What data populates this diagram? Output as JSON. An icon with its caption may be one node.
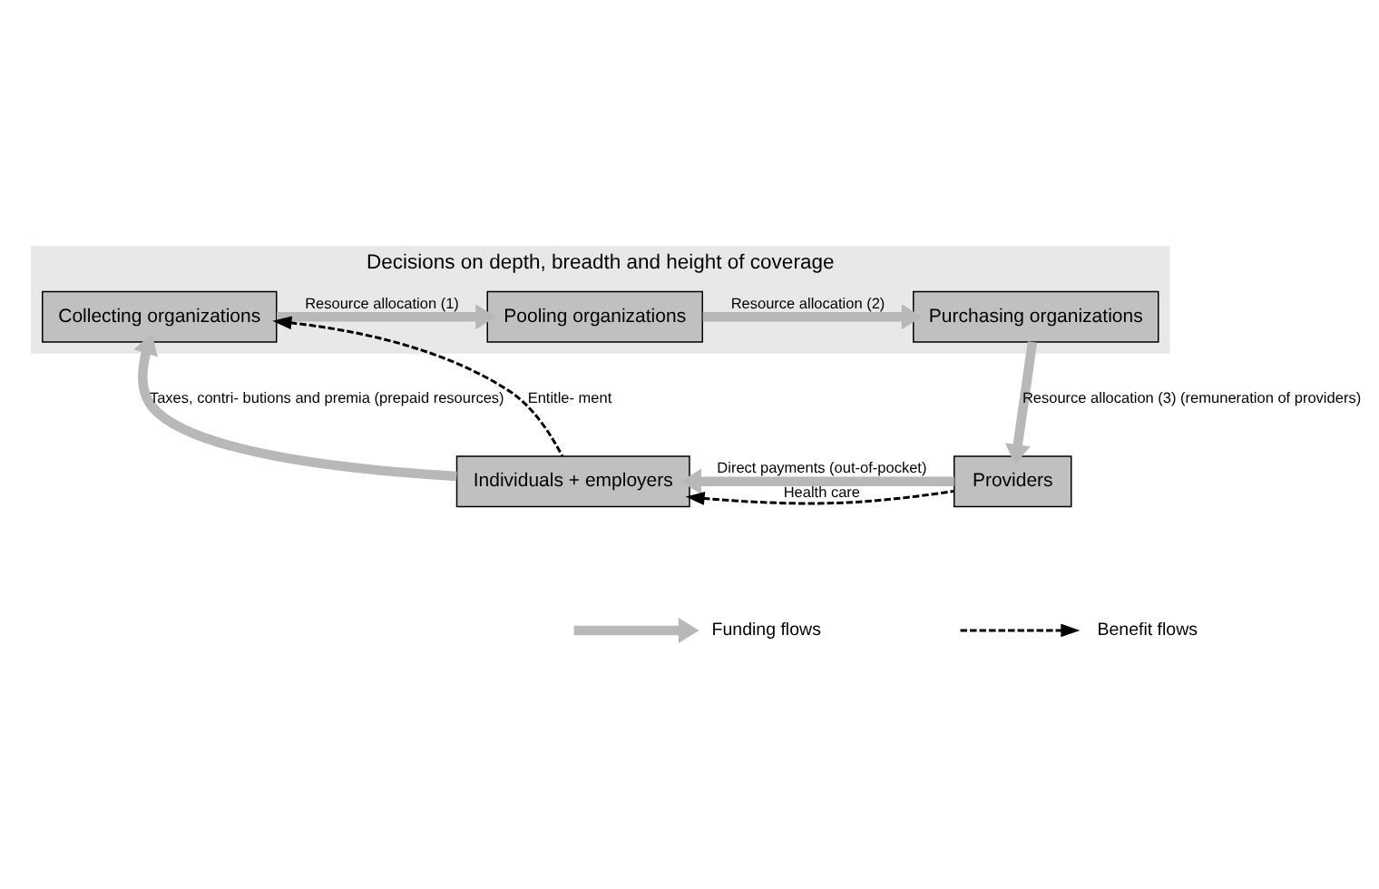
{
  "diagram": {
    "nodes": [
      {
        "text": [
          "Decisions on depth, breadth and height of coverage"
        ]
      },
      {
        "text": [
          "Collecting organizations"
        ],
        "in": 0
      },
      {
        "text": [
          "Pooling organizations"
        ],
        "in": 0
      },
      {
        "text": [
          "Purchasing organizations"
        ],
        "in": 0
      },
      {
        "text": [
          "Individuals + employers"
        ]
      },
      {
        "text": [
          "Providers"
        ]
      }
    ],
    "edges": [
      {
        "from": 1,
        "to": 2,
        "arrow": "to",
        "label": "Resource allocation (1)"
      },
      {
        "from": 2,
        "to": 3,
        "arrow": "to",
        "label": "Resource allocation (2)"
      },
      {
        "from": 3,
        "to": 5,
        "arrow": "to",
        "label": "Resource allocation (3) (remuneration of providers)"
      },
      {
        "from": 4,
        "to": 1,
        "arrow": "to",
        "label": "Taxes, contri- butions and premia (prepaid resources)"
      },
      {
        "from": 4,
        "to": 1,
        "arrow": "to",
        "label": "Entitle- ment",
        "style": "dashed",
        "color": "#000000"
      },
      {
        "from": 5,
        "to": 4,
        "arrow": "to",
        "label": "Direct payments (out-of-pocket)"
      },
      {
        "from": 5,
        "to": 4,
        "arrow": "to",
        "label": "Health care",
        "style": "dashed",
        "color": "#000000"
      }
    ],
    "legend": [
      {
        "text": "Funding flows"
      },
      {
        "text": "Benefit flows"
      }
    ]
  }
}
